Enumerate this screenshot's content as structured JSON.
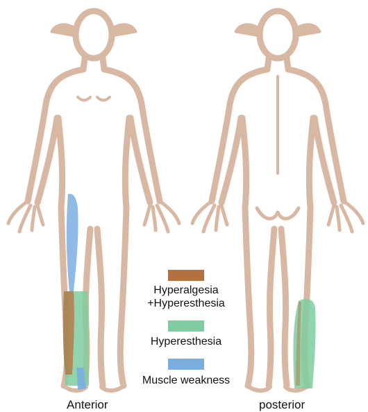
{
  "views": {
    "anterior_label": "Anterior",
    "posterior_label": "posterior"
  },
  "legend": [
    {
      "label_line1": "Hyperalgesia",
      "label_line2": "+Hyperesthesia",
      "color": "#b5703f"
    },
    {
      "label_line1": "Hyperesthesia",
      "label_line2": "",
      "color": "#7fcca0"
    },
    {
      "label_line1": "Muscle weakness",
      "label_line2": "",
      "color": "#7aaee0"
    }
  ],
  "colors": {
    "body_outline": "#d9b8a3",
    "background": "#ffffff"
  }
}
